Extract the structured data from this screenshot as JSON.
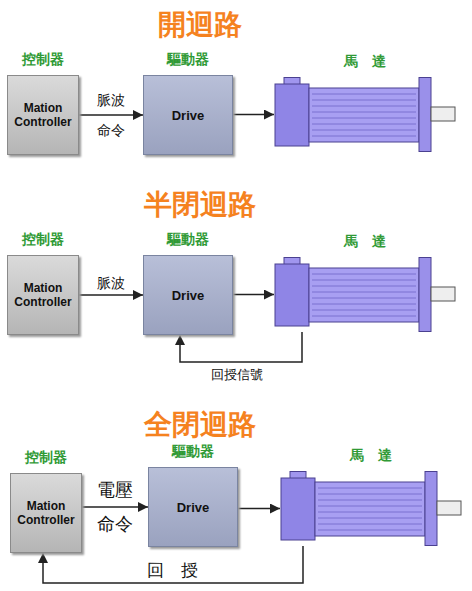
{
  "diagram": {
    "nodes": [
      {
        "text": [
          "控制器",
          "Mation Controller"
        ]
      },
      {
        "text": [
          "驅動器",
          "Drive"
        ]
      },
      {
        "text": [
          "馬　達"
        ]
      },
      {
        "text": [
          "控制器",
          "Mation Controller"
        ]
      },
      {
        "text": [
          "驅動器",
          "Drive"
        ]
      },
      {
        "text": [
          "馬　達"
        ]
      },
      {
        "text": [
          "控制器",
          "Mation Controller"
        ]
      },
      {
        "text": [
          "驅動器",
          "Drive"
        ]
      },
      {
        "text": [
          "馬　達"
        ]
      }
    ],
    "edges": [
      {
        "from": 0,
        "to": 1,
        "label": "脈波 命令",
        "arrow": "to"
      },
      {
        "from": 1,
        "to": 2,
        "arrow": "to"
      },
      {
        "from": 3,
        "to": 4,
        "label": "脈波",
        "arrow": "to"
      },
      {
        "from": 4,
        "to": 5,
        "arrow": "to"
      },
      {
        "from": 5,
        "to": 4,
        "label": "回授信號",
        "arrow": "to"
      },
      {
        "from": 6,
        "to": 7,
        "label": "電壓 命令",
        "arrow": "to"
      },
      {
        "from": 7,
        "to": 8,
        "arrow": "to"
      },
      {
        "from": 8,
        "to": 6,
        "label": "回　授",
        "arrow": "to"
      }
    ],
    "labels": [
      "開迴路",
      "半閉迴路",
      "全閉迴路"
    ]
  }
}
